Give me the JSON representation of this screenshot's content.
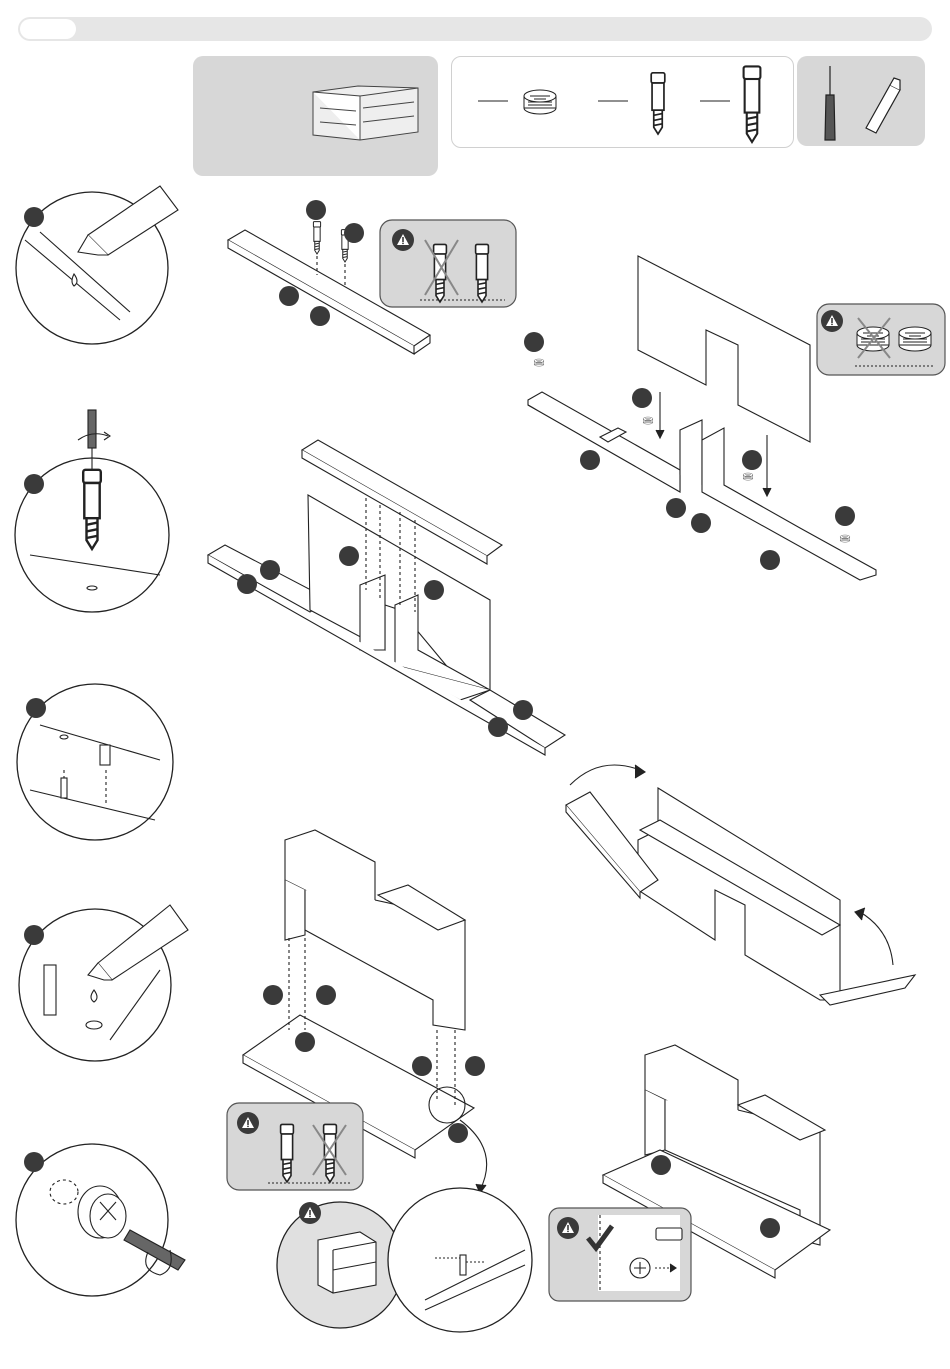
{
  "document": {
    "type": "furniture assembly instruction sheet",
    "header_bar": {
      "label": ""
    },
    "parts_overview": {
      "hardware": [
        {
          "icon": "cam-lock-icon",
          "quantity_label": ""
        },
        {
          "icon": "short-dowel-screw-icon",
          "quantity_label": ""
        },
        {
          "icon": "long-dowel-screw-icon",
          "quantity_label": ""
        }
      ],
      "tools": [
        {
          "icon": "screwdriver-icon"
        },
        {
          "icon": "glue-tube-icon"
        }
      ]
    },
    "tips": [
      {
        "name": "glue-tip",
        "icon": "glue-drop-icon"
      },
      {
        "name": "screw-in-tip",
        "icon": "screwdriver-rotate-icon"
      },
      {
        "name": "dowel-insert-tip",
        "icon": "dowel-icon"
      },
      {
        "name": "dowel-glue-tip",
        "icon": "dowel-glue-icon"
      },
      {
        "name": "cam-lock-tip",
        "icon": "cam-lock-turn-icon"
      }
    ],
    "warnings": [
      {
        "name": "dowel-orientation-warning",
        "icon": "warning-icon"
      },
      {
        "name": "cam-orientation-warning",
        "icon": "warning-icon"
      },
      {
        "name": "dowel-length-warning",
        "icon": "warning-icon"
      },
      {
        "name": "drawer-note-warning",
        "icon": "warning-icon"
      },
      {
        "name": "cam-alignment-warning",
        "icon": "warning-icon"
      }
    ],
    "colors": {
      "panel_gray": "#d7d7d7",
      "badge": "#3a3a3a",
      "line": "#222222"
    }
  }
}
